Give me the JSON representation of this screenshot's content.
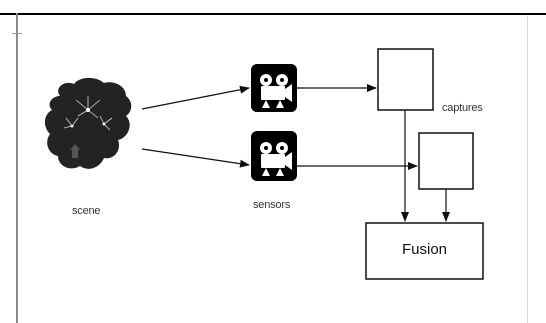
{
  "diagram": {
    "labels": {
      "scene": "scene",
      "sensors": "sensors",
      "captures": "captures",
      "fusion": "Fusion"
    },
    "icons": {
      "scene": "fireworks-scene-icon",
      "sensor": "video-camera-icon"
    },
    "colors": {
      "stroke": "#111111",
      "sensor_bg": "#000000",
      "scene_bg": "#222222"
    }
  }
}
